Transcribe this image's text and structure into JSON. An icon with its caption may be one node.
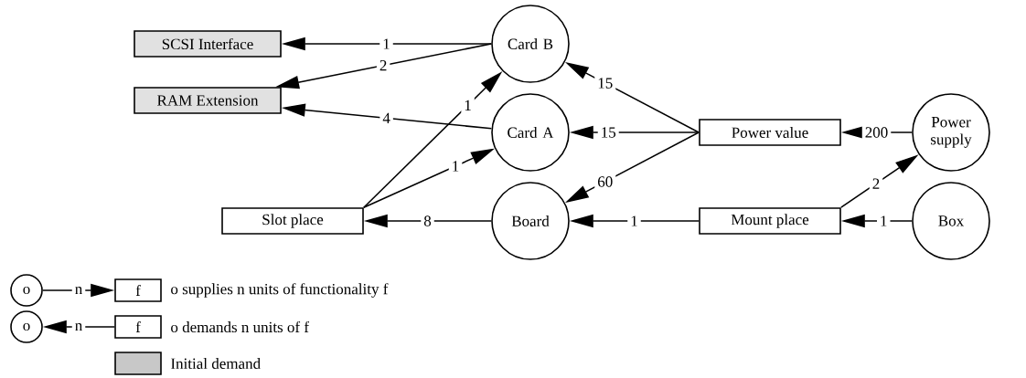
{
  "diagram": {
    "nodes": [
      {
        "text": [
          "SCSI Interface"
        ]
      },
      {
        "text": [
          "Card B"
        ]
      },
      {
        "text": [
          "RAM Extension"
        ]
      },
      {
        "text": [
          "Card A"
        ]
      },
      {
        "text": [
          "Power value"
        ]
      },
      {
        "text": [
          "Power supply"
        ]
      },
      {
        "text": [
          "Slot place"
        ]
      },
      {
        "text": [
          "Board"
        ]
      },
      {
        "text": [
          "Mount place"
        ]
      },
      {
        "text": [
          "Box"
        ]
      },
      {
        "text": [
          "o"
        ]
      },
      {
        "text": [
          "f"
        ]
      },
      {
        "text": [
          "o"
        ]
      },
      {
        "text": [
          "f"
        ]
      }
    ],
    "edges": [
      {
        "from": 1,
        "to": 0,
        "arrow": "to",
        "label": "1"
      },
      {
        "from": 1,
        "to": 2,
        "arrow": "to",
        "label": "2"
      },
      {
        "from": 3,
        "to": 2,
        "arrow": "to",
        "label": "4"
      },
      {
        "from": 4,
        "to": 1,
        "arrow": "to",
        "label": "15"
      },
      {
        "from": 4,
        "to": 3,
        "arrow": "to",
        "label": "15"
      },
      {
        "from": 4,
        "to": 7,
        "arrow": "to",
        "label": "60"
      },
      {
        "from": 5,
        "to": 4,
        "arrow": "to",
        "label": "200"
      },
      {
        "from": 6,
        "to": 1,
        "arrow": "to",
        "label": "1"
      },
      {
        "from": 6,
        "to": 3,
        "arrow": "to",
        "label": "1"
      },
      {
        "from": 7,
        "to": 6,
        "arrow": "to",
        "label": "8"
      },
      {
        "from": 8,
        "to": 7,
        "arrow": "to",
        "label": "1"
      },
      {
        "from": 8,
        "to": 5,
        "arrow": "to",
        "label": "2"
      },
      {
        "from": 9,
        "to": 8,
        "arrow": "to",
        "label": "1"
      },
      {
        "from": 10,
        "to": 11,
        "arrow": "to",
        "label": "n"
      },
      {
        "from": 13,
        "to": 12,
        "arrow": "to",
        "label": "n"
      }
    ],
    "legend": [
      {
        "text": "o supplies n units of functionality f"
      },
      {
        "text": "o demands n units of f"
      },
      {
        "text": "Initial demand",
        "color": "#c8c8c8"
      }
    ]
  }
}
